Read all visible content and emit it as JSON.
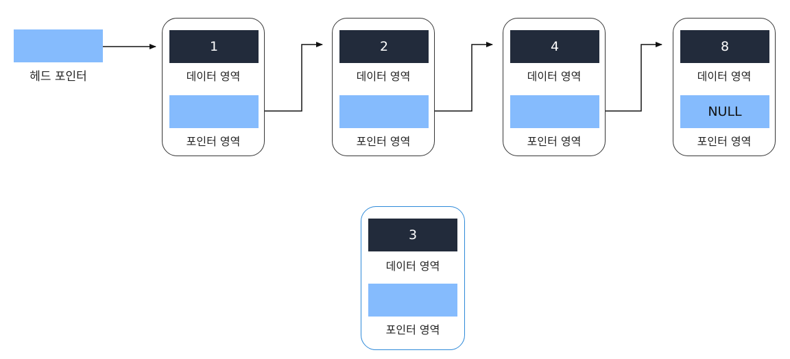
{
  "head": {
    "label": "헤드 포인터"
  },
  "nodes": [
    {
      "value": "1",
      "data_label": "데이터 영역",
      "pointer_value": "",
      "pointer_label": "포인터 영역"
    },
    {
      "value": "2",
      "data_label": "데이터 영역",
      "pointer_value": "",
      "pointer_label": "포인터 영역"
    },
    {
      "value": "4",
      "data_label": "데이터 영역",
      "pointer_value": "",
      "pointer_label": "포인터 영역"
    },
    {
      "value": "8",
      "data_label": "데이터 영역",
      "pointer_value": "NULL",
      "pointer_label": "포인터 영역"
    }
  ],
  "new_node": {
    "value": "3",
    "data_label": "데이터 영역",
    "pointer_value": "",
    "pointer_label": "포인터 영역"
  },
  "colors": {
    "data_fill": "#222b3b",
    "pointer_fill": "#85bbfd",
    "new_node_border": "#2b88d8"
  }
}
